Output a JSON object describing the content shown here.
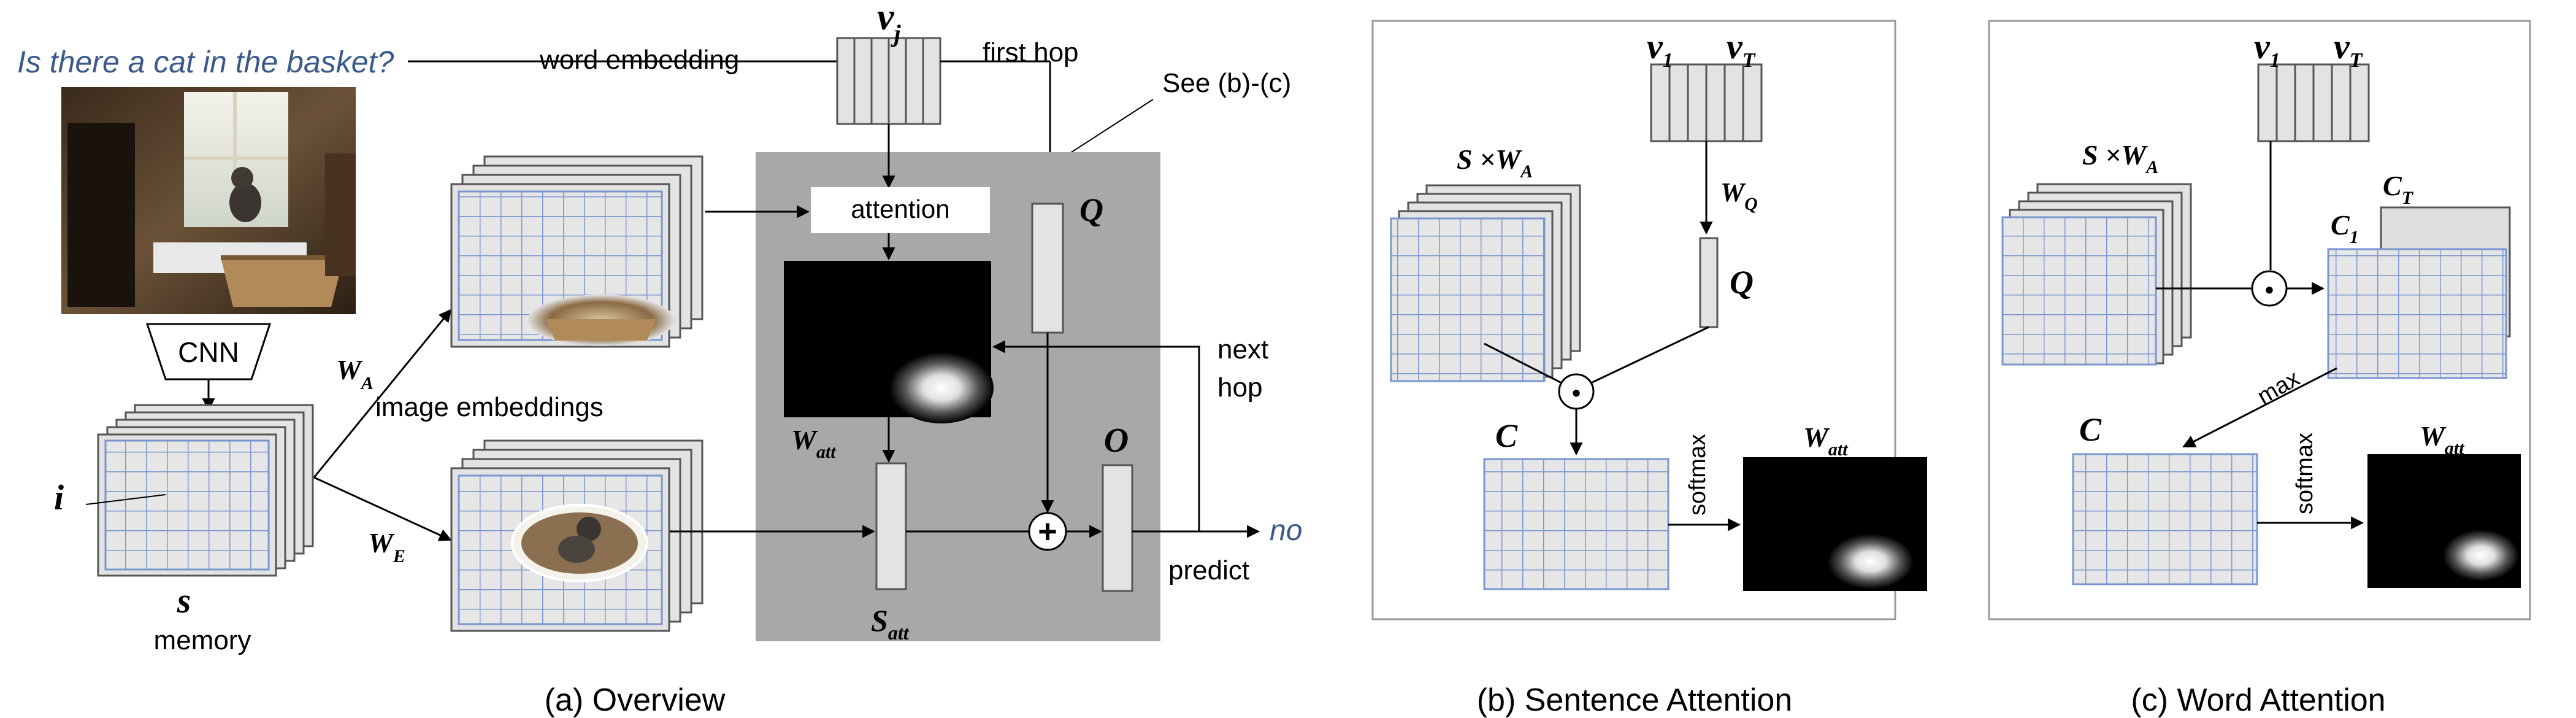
{
  "question": "Is there a cat in the basket?",
  "answer": "no",
  "colors": {
    "question_text": "#3b5a8a",
    "grid_line": "#7a96d0",
    "panel_gray": "#a8a8a8",
    "card_fill": "#e3e3e3"
  },
  "overview": {
    "word_embedding": "word embedding",
    "first_hop": "first hop",
    "see_bc": "See (b)-(c)",
    "attention": "attention",
    "cnn": "CNN",
    "image_embeddings": "image embeddings",
    "memory": "memory",
    "next": "next",
    "hop": "hop",
    "predict": "predict",
    "vj_base": "v",
    "vj_sub": "j",
    "q": "Q",
    "o": "O",
    "i": "i",
    "s": "s",
    "wa_base": "W",
    "wa_sub": "A",
    "we_base": "W",
    "we_sub": "E",
    "watt_base": "W",
    "watt_sub": "att",
    "satt_base": "S",
    "satt_sub": "att",
    "plus": "+"
  },
  "sentence": {
    "v1_base": "v",
    "v1_sub": "1",
    "vt_base": "v",
    "vt_sub": "T",
    "sxwa_base": "S ×W",
    "sxwa_sub": "A",
    "wq_base": "W",
    "wq_sub": "Q",
    "q": "Q",
    "c": "C",
    "softmax": "softmax",
    "watt_base": "W",
    "watt_sub": "att",
    "dot": "•"
  },
  "word": {
    "v1_base": "v",
    "v1_sub": "1",
    "vt_base": "v",
    "vt_sub": "T",
    "sxwa_base": "S ×W",
    "sxwa_sub": "A",
    "ct_base": "C",
    "ct_sub": "T",
    "c1_base": "C",
    "c1_sub": "1",
    "max": "max",
    "c": "C",
    "softmax": "softmax",
    "watt_base": "W",
    "watt_sub": "att",
    "dot": "•"
  },
  "captions": {
    "a": "(a) Overview",
    "b": "(b) Sentence Attention",
    "c": "(c) Word Attention"
  }
}
